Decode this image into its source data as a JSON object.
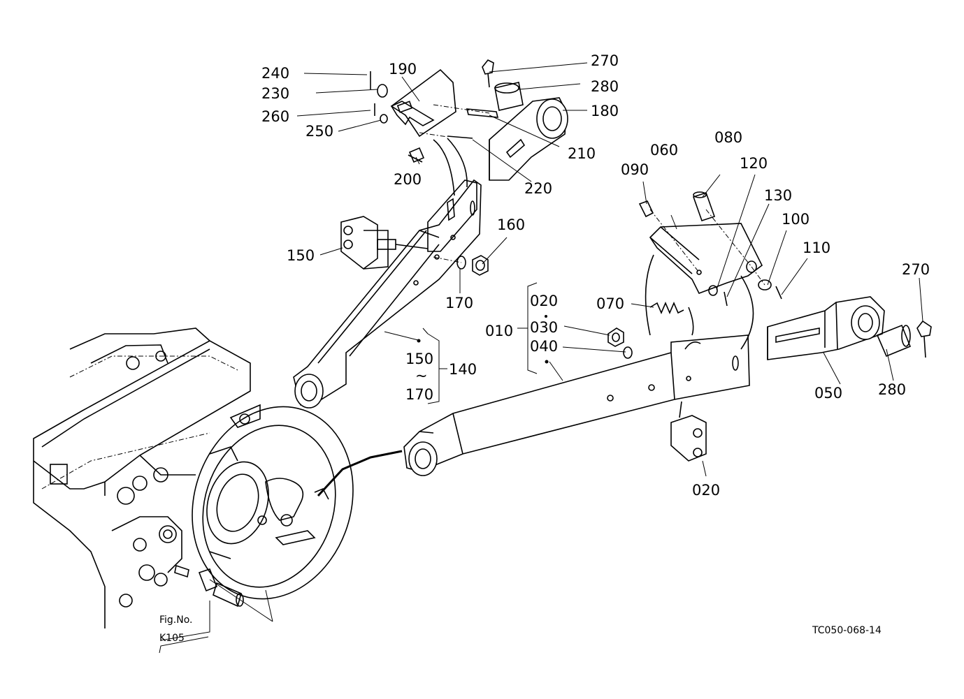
{
  "labels": {
    "p240": "240",
    "p230": "230",
    "p260": "260",
    "p250": "250",
    "p190": "190",
    "p270a": "270",
    "p280a": "280",
    "p180": "180",
    "p210": "210",
    "p200": "200",
    "p220": "220",
    "p160": "160",
    "p150": "150",
    "p170": "170",
    "grp150": "150",
    "tilde": "~",
    "grp170": "170",
    "p140": "140",
    "p060": "060",
    "p080": "080",
    "p090": "090",
    "p120": "120",
    "p130": "130",
    "p100": "100",
    "p110": "110",
    "g020": "020",
    "g030": "030",
    "g040": "040",
    "p010": "010",
    "p070": "070",
    "p270b": "270",
    "p280b": "280",
    "p050": "050",
    "p020b": "020"
  },
  "figref": {
    "line1": "Fig.No.",
    "line2": "K105"
  },
  "code": "TC050-068-14"
}
